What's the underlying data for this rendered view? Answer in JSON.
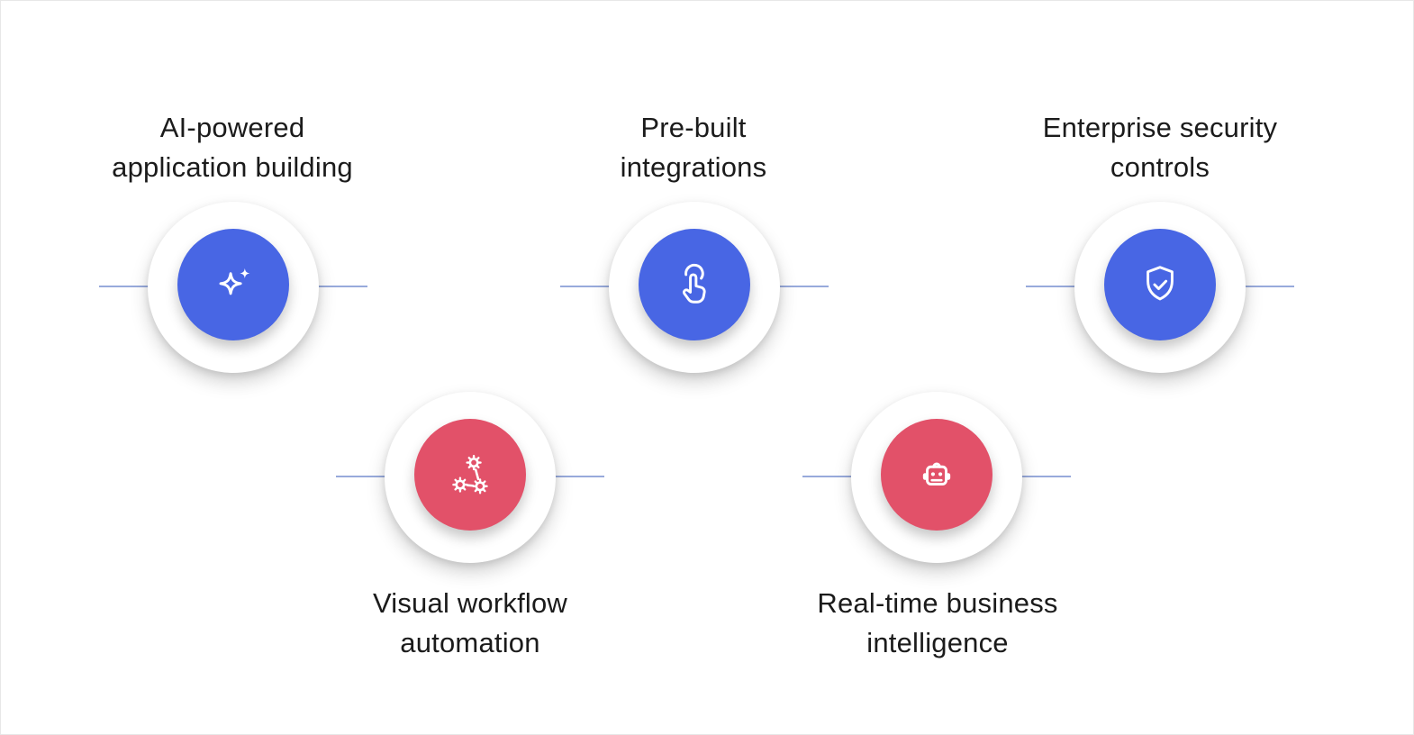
{
  "canvas": {
    "background": "#ffffff",
    "border_color": "#e7e7e7"
  },
  "colors": {
    "blue": "#4866E4",
    "red": "#E25169",
    "connector": "#98AADB",
    "text": "#1B1B1B",
    "ring": "#FFFFFF",
    "icon": "#FFFFFF"
  },
  "features": [
    {
      "id": "ai-powered-application-building",
      "title_lines": [
        "AI-powered",
        "application building"
      ],
      "icon": "sparkle-icon",
      "color": "#4866E4",
      "row": "top"
    },
    {
      "id": "prebuilt-integrations",
      "title_lines": [
        "Pre-built",
        "integrations"
      ],
      "icon": "tap-gesture-icon",
      "color": "#4866E4",
      "row": "top"
    },
    {
      "id": "enterprise-security-controls",
      "title_lines": [
        "Enterprise security",
        "controls"
      ],
      "icon": "shield-check-icon",
      "color": "#4866E4",
      "row": "top"
    },
    {
      "id": "visual-workflow-automation",
      "title_lines": [
        "Visual workflow",
        "automation"
      ],
      "icon": "workflow-gears-icon",
      "color": "#E25169",
      "row": "bottom"
    },
    {
      "id": "real-time-business-intelligence",
      "title_lines": [
        "Real-time business",
        "intelligence"
      ],
      "icon": "robot-icon",
      "color": "#E25169",
      "row": "bottom"
    }
  ]
}
